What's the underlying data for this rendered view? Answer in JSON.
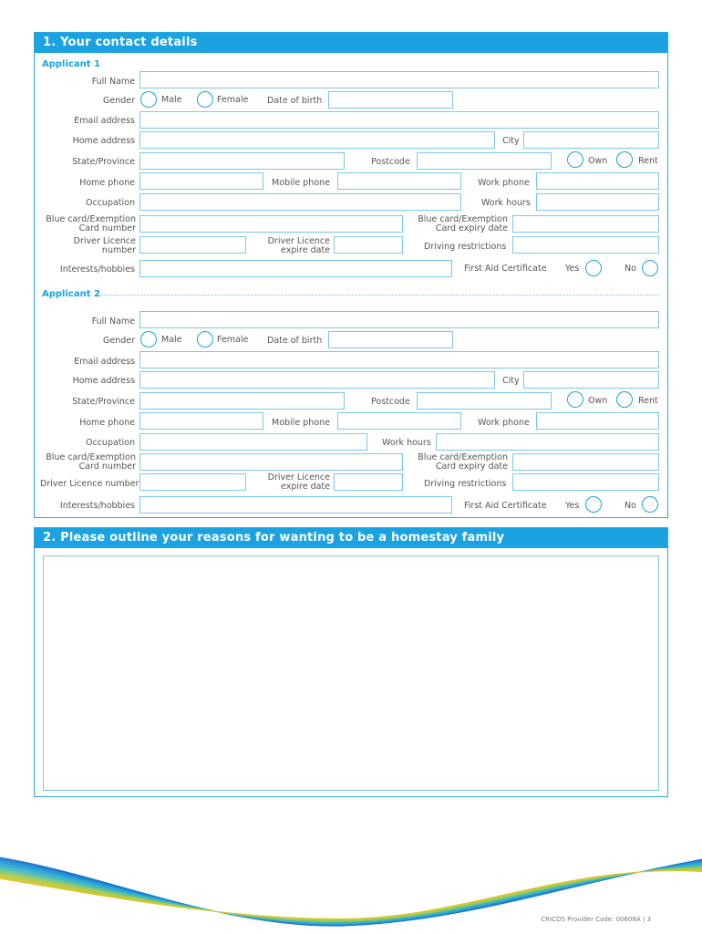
{
  "section1": {
    "title": "1. Your contact details",
    "applicant1_title": "Applicant 1",
    "applicant2_title": "Applicant 2"
  },
  "labels": {
    "full_name": "Full Name",
    "gender": "Gender",
    "male": "Male",
    "female": "Female",
    "dob": "Date of birth",
    "email": "Email address",
    "home_address": "Home address",
    "city": "City",
    "state": "State/Province",
    "postcode": "Postcode",
    "own": "Own",
    "rent": "Rent",
    "home_phone": "Home phone",
    "mobile_phone": "Mobile phone",
    "work_phone": "Work phone",
    "occupation": "Occupation",
    "work_hours": "Work hours",
    "blue_card": "Blue card/Exemption Card number",
    "blue_card_expiry": "Blue card/Exemption Card expiry date",
    "driver_licence": "Driver Licence number",
    "driver_licence_single": "Driver Licence number",
    "driver_expire": "Driver Licence expire date",
    "driving_restrictions": "Driving restrictions",
    "interests": "Interests/hobbies",
    "first_aid": "First Aid Certificate",
    "yes": "Yes",
    "no": "No"
  },
  "section2": {
    "title": "2. Please outline your reasons for wanting to be a homestay family"
  },
  "footer": {
    "text": "CRICOS Provider Code: 00608A  |  3"
  }
}
